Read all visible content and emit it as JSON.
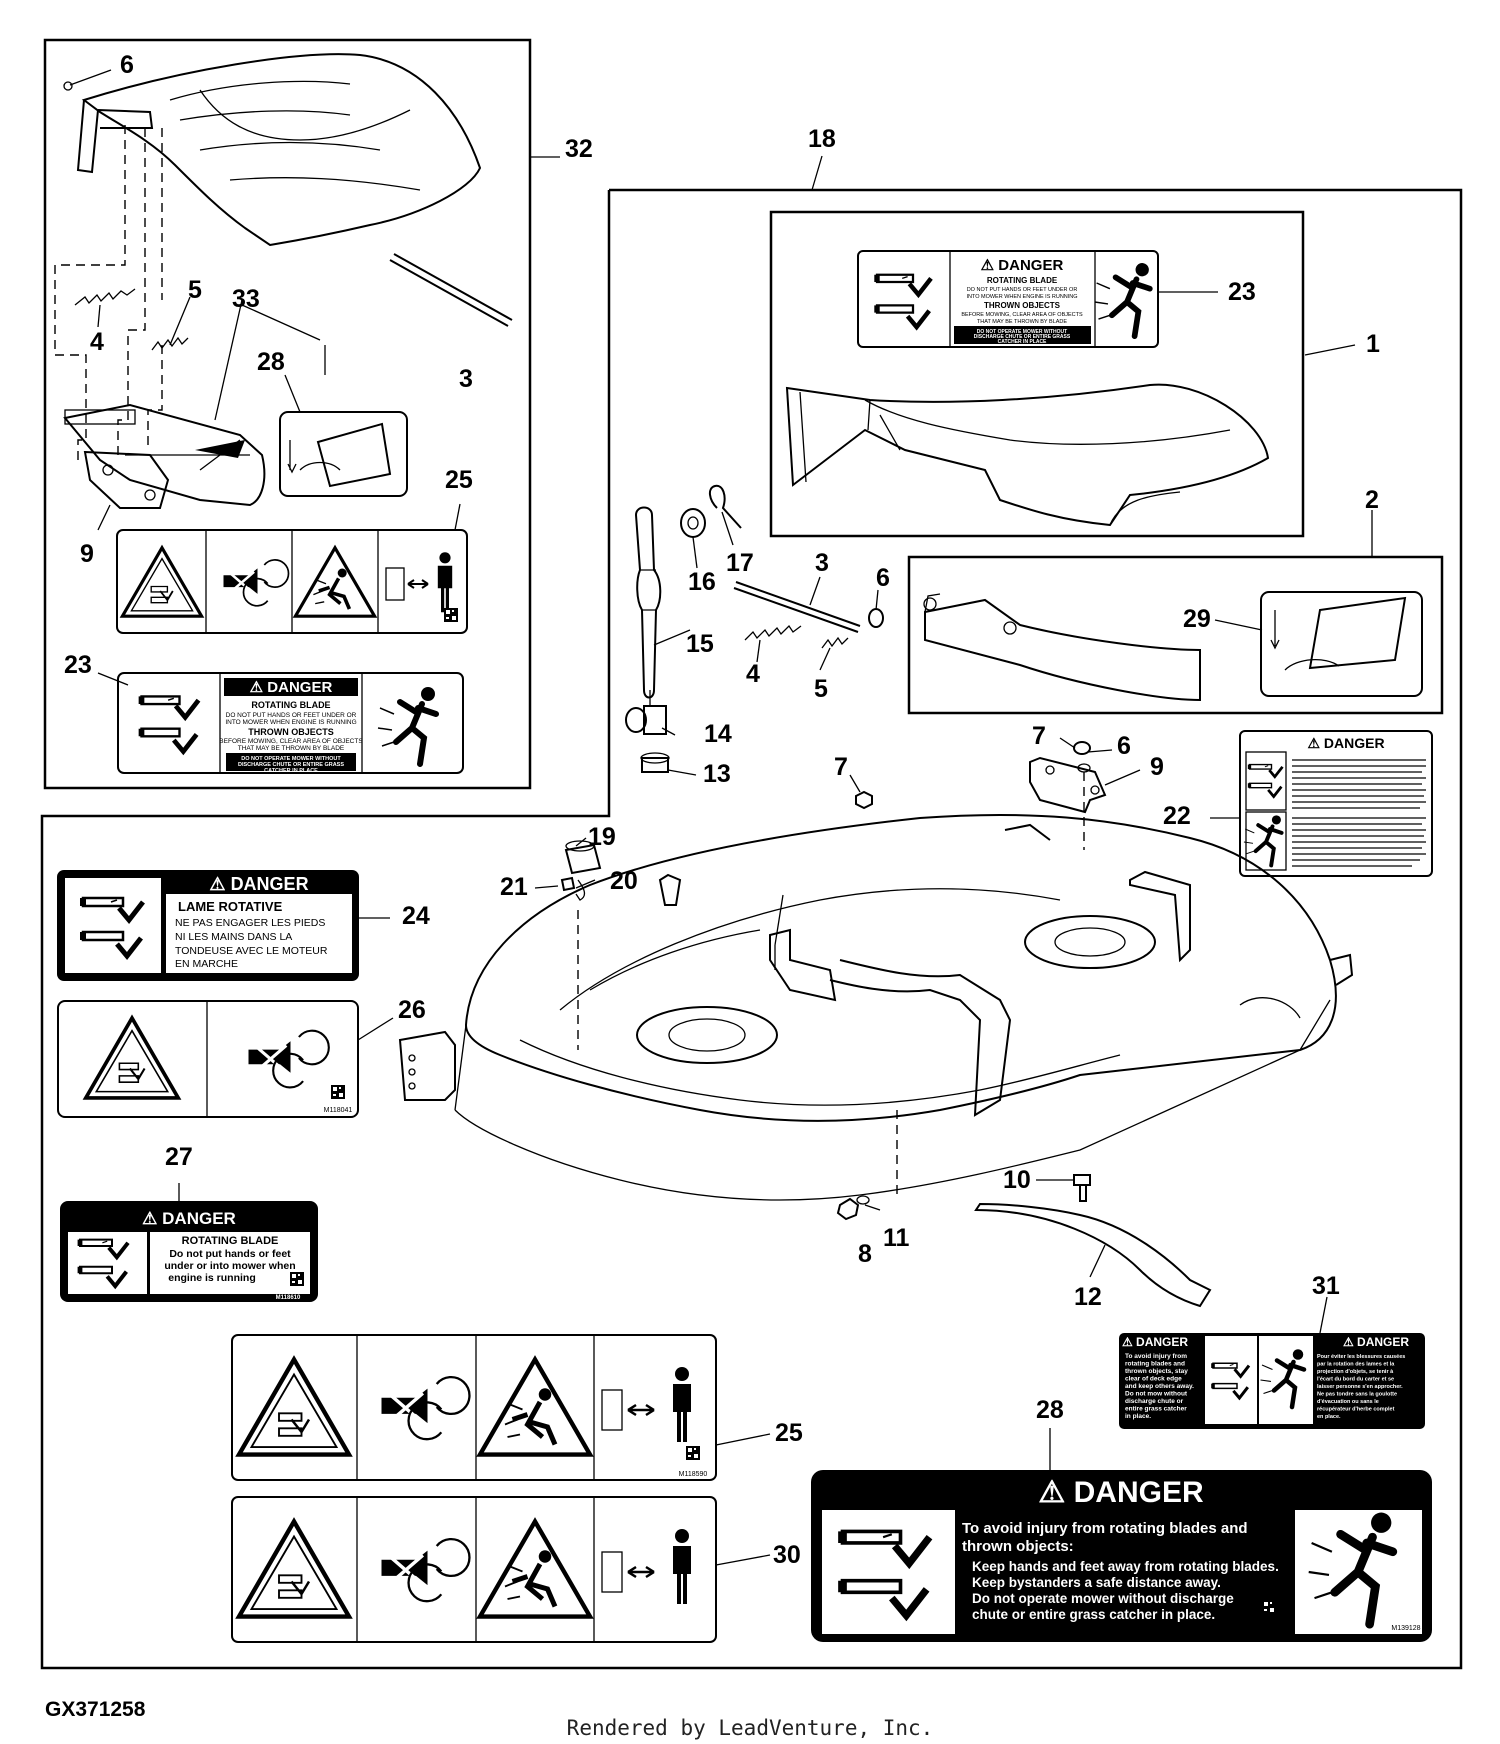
{
  "figure_id": "GX371258",
  "credit": "Rendered by LeadVenture, Inc.",
  "callouts": [
    "1",
    "2",
    "3",
    "3",
    "4",
    "4",
    "5",
    "5",
    "6",
    "6",
    "6",
    "7",
    "7",
    "8",
    "9",
    "9",
    "10",
    "11",
    "12",
    "13",
    "14",
    "15",
    "16",
    "17",
    "18",
    "19",
    "20",
    "21",
    "22",
    "23",
    "23",
    "24",
    "25",
    "25",
    "26",
    "27",
    "28",
    "28",
    "29",
    "30",
    "31",
    "32",
    "33"
  ],
  "decals": {
    "danger_23": {
      "header": "DANGER",
      "line1": "ROTATING BLADE",
      "line2": "DO NOT PUT HANDS OR FEET UNDER OR",
      "line3": "INTO MOWER WHEN ENGINE IS RUNNING",
      "line4": "THROWN OBJECTS",
      "line5": "BEFORE MOWING, CLEAR AREA OF OBJECTS",
      "line6": "THAT MAY BE THROWN BY BLADE",
      "line7": "DO NOT OPERATE MOWER WITHOUT",
      "line8": "DISCHARGE CHUTE OR ENTIRE GRASS",
      "line9": "CATCHER IN PLACE"
    },
    "danger_24": {
      "header": "DANGER",
      "line1": "LAME ROTATIVE",
      "line2": "NE PAS ENGAGER LES PIEDS",
      "line3": "NI LES MAINS DANS LA",
      "line4": "TONDEUSE AVEC LE MOTEUR",
      "line5": "EN MARCHE"
    },
    "decal_26": {
      "code": "M118041"
    },
    "danger_27": {
      "header": "DANGER",
      "line1": "ROTATING BLADE",
      "line2": "Do not put hands or feet",
      "line3": "under or into mower when",
      "line4": "engine is running",
      "code": "M118610"
    },
    "decal_25": {
      "code": "M118590"
    },
    "danger_22": {
      "header": "DANGER"
    },
    "danger_31": {
      "header_left": "DANGER",
      "header_right": "DANGER",
      "left_text": [
        "To avoid injury from",
        "rotating blades and",
        "thrown objects, stay",
        "clear of deck edge",
        "and keep others away.",
        "Do not mow without",
        "discharge chute or",
        "entire grass catcher",
        "in place."
      ],
      "right_text": [
        "Pour éviter les blessures causées",
        "par la rotation des lames et la",
        "projection d'objets, se tenir à",
        "l'écart du bord du carter et se",
        "laisser personne s'en approcher.",
        "Ne pas tondre sans la goulotte",
        "d'évacuation ou sans le",
        "récupérateur d'herbe complet",
        "en place."
      ]
    },
    "danger_29": {
      "header": "DANGER",
      "line1": "To avoid injury from rotating blades and",
      "line2": "thrown objects:",
      "line3": "Keep hands and feet away from rotating blades.",
      "line4": "Keep bystanders a safe distance away.",
      "line5": "Do not operate mower without discharge",
      "line6": "chute or entire grass catcher in place.",
      "code": "M139128"
    }
  }
}
